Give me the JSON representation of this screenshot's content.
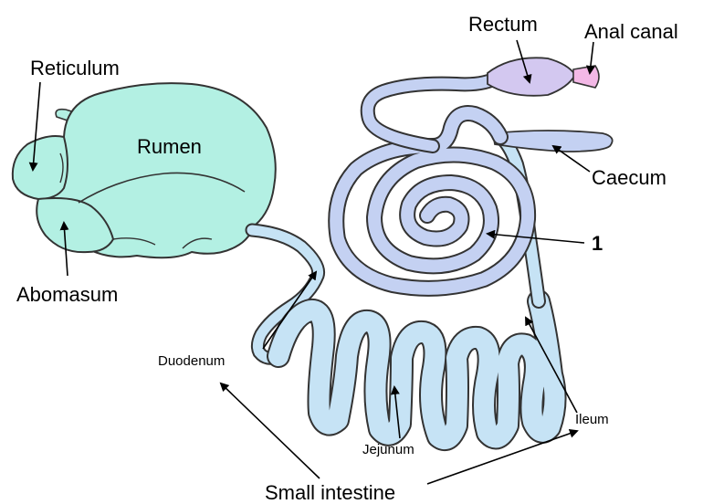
{
  "diagram": {
    "labels": {
      "reticulum": "Reticulum",
      "rumen": "Rumen",
      "abomasum": "Abomasum",
      "rectum": "Rectum",
      "anal_canal": "Anal canal",
      "caecum": "Caecum",
      "marker_1": "1",
      "duodenum": "Duodenum",
      "jejunum": "Jejunum",
      "ileum": "Ileum",
      "small_intestine": "Small intestine"
    },
    "colors": {
      "stomach_fill": "#b3f0e3",
      "intestine_fill": "#c6e3f5",
      "colon_fill": "#c4d1f2",
      "rectum_fill": "#d3c8f0",
      "anal_fill": "#f3b8e6",
      "outline": "#333333"
    }
  }
}
